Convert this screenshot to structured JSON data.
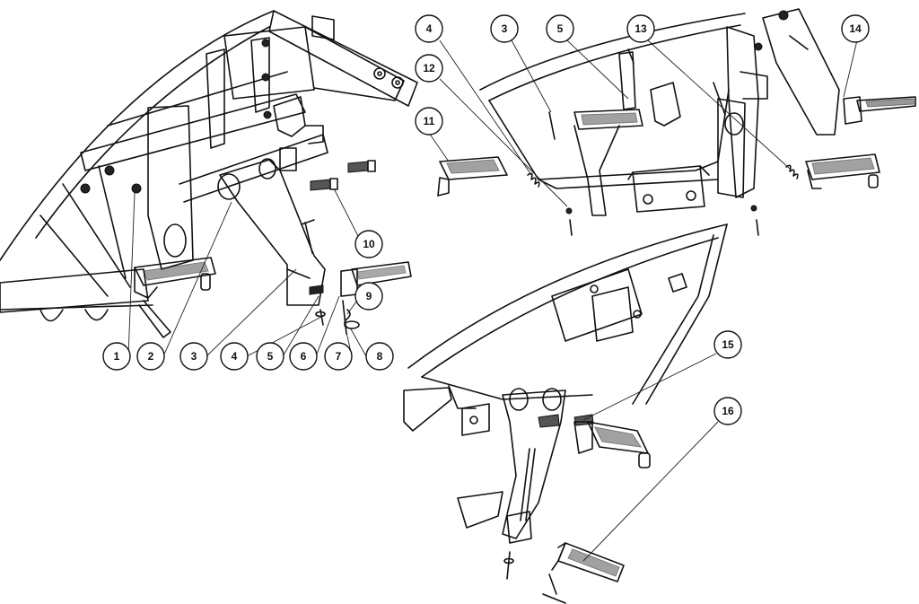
{
  "callouts": [
    {
      "id": "c1",
      "label": "1"
    },
    {
      "id": "c2",
      "label": "2"
    },
    {
      "id": "c3",
      "label": "3"
    },
    {
      "id": "c4",
      "label": "4"
    },
    {
      "id": "c5",
      "label": "5"
    },
    {
      "id": "c6",
      "label": "6"
    },
    {
      "id": "c7",
      "label": "7"
    },
    {
      "id": "c8",
      "label": "8"
    },
    {
      "id": "c9",
      "label": "9"
    },
    {
      "id": "c10",
      "label": "10"
    },
    {
      "id": "c11",
      "label": "11"
    },
    {
      "id": "c12",
      "label": "12"
    },
    {
      "id": "c4b",
      "label": "4"
    },
    {
      "id": "c3b",
      "label": "3"
    },
    {
      "id": "c5b",
      "label": "5"
    },
    {
      "id": "c13",
      "label": "13"
    },
    {
      "id": "c14",
      "label": "14"
    },
    {
      "id": "c15",
      "label": "15"
    },
    {
      "id": "c16",
      "label": "16"
    }
  ]
}
